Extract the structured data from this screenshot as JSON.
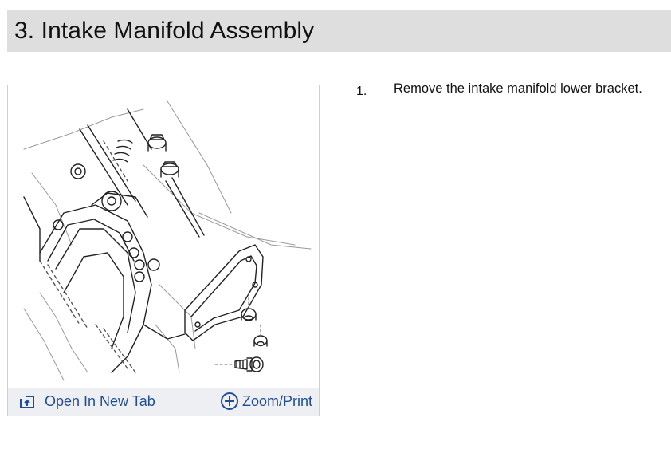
{
  "section": {
    "title": "3. Intake Manifold Assembly"
  },
  "figure": {
    "open_in_new_tab_label": "Open In New Tab",
    "zoom_print_label": "Zoom/Print",
    "open_icon": "open-new-tab-icon",
    "zoom_icon": "plus-circle-icon",
    "link_color": "#1f4e96"
  },
  "steps": [
    {
      "number": "1.",
      "text": "Remove the intake manifold lower bracket."
    }
  ]
}
